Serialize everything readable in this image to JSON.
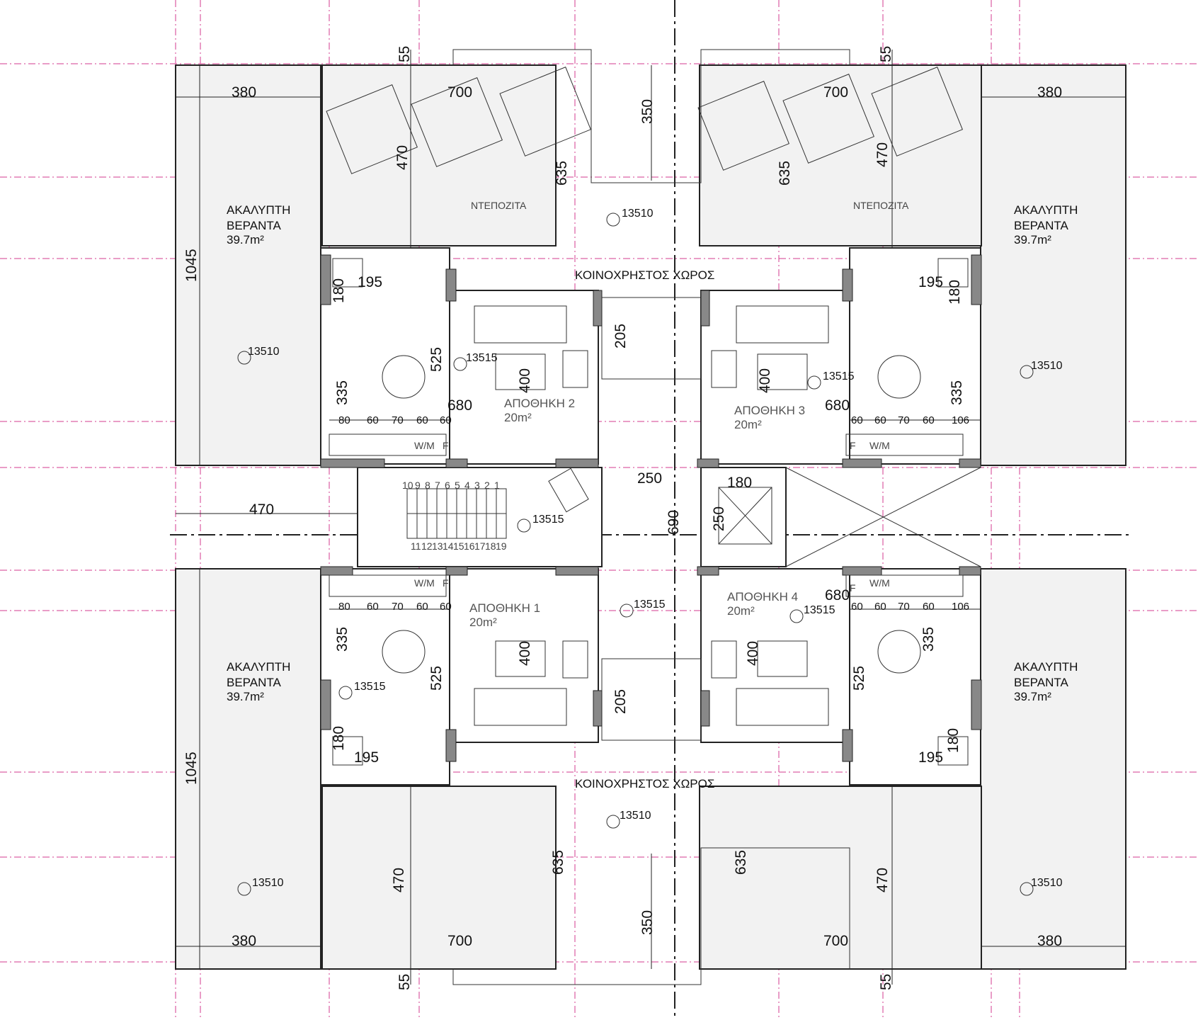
{
  "plan": {
    "labels": {
      "terrace": "ΑΚΑΛΥΠΤΗ",
      "terrace2": "ΒΕΡΑΝΤΑ",
      "terrace_area": "39.7m²",
      "shared": "ΚΟΙΝΟΧΡΗΣΤΟΣ ΧΩΡΟΣ",
      "ntepozita": "ΝΤΕΠΟΖΙΤΑ",
      "store1": "ΑΠΟΘΗΚΗ 1",
      "store2": "ΑΠΟΘΗΚΗ 2",
      "store3": "ΑΠΟΘΗΚΗ 3",
      "store4": "ΑΠΟΘΗΚΗ 4",
      "store_area": "20m²",
      "wm": "W/M",
      "fridge": "F"
    },
    "levels": {
      "l1": "13510",
      "l2": "13515"
    },
    "dims": {
      "d380": "380",
      "d700": "700",
      "d55": "55",
      "d350": "350",
      "d470": "470",
      "d635": "635",
      "d1045": "1045",
      "d195": "195",
      "d180": "180",
      "d525": "525",
      "d335": "335",
      "d400": "400",
      "d680": "680",
      "d205": "205",
      "d250": "250",
      "d690": "690",
      "d80": "80",
      "d60": "60",
      "d70": "70",
      "d106": "106"
    },
    "stairs": {
      "upper": [
        "10",
        "9",
        "8",
        "7",
        "6",
        "5",
        "4",
        "3",
        "2",
        "1"
      ],
      "lower": [
        "11",
        "12",
        "13",
        "14",
        "15",
        "16",
        "17",
        "18",
        "19"
      ]
    }
  }
}
